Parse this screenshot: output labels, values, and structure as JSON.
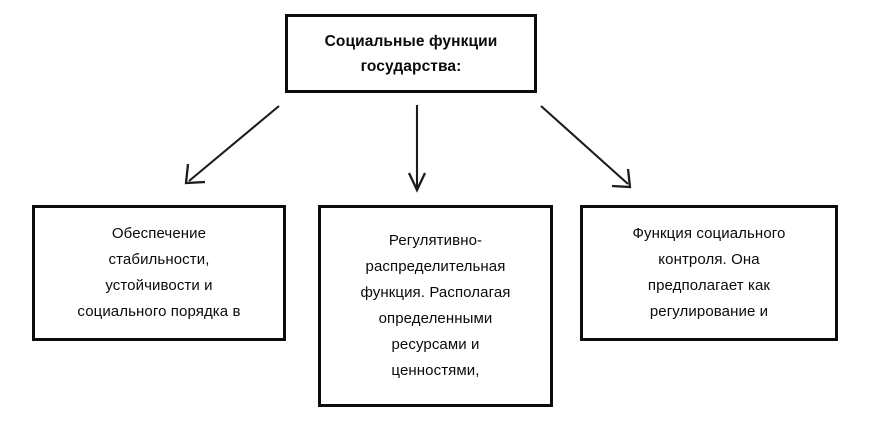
{
  "diagram": {
    "type": "hierarchy-tree",
    "orientation": "top-down",
    "background_color": "#ffffff",
    "border_color": "#0d0d0d",
    "text_color": "#0a0a0a",
    "root": {
      "id": "root",
      "label": "Социальные функции\nгосударства:",
      "bold": true
    },
    "children": [
      {
        "id": "left",
        "label": "Обеспечение\nстабильности,\nустойчивости и\nсоциального порядка в"
      },
      {
        "id": "center",
        "label": "Регулятивно-\nраспределительная\nфункция. Располагая\nопределенными\nресурсами и\nценностями,"
      },
      {
        "id": "right",
        "label": "Функция социального\nконтроля. Она\nпредполагает как\nрегулирование и"
      }
    ],
    "connectors": [
      {
        "id": "arrow-root-to-left",
        "icon": "arrow-down-left-icon"
      },
      {
        "id": "arrow-root-to-center",
        "icon": "arrow-down-icon"
      },
      {
        "id": "arrow-root-to-right",
        "icon": "arrow-down-right-icon"
      }
    ]
  }
}
